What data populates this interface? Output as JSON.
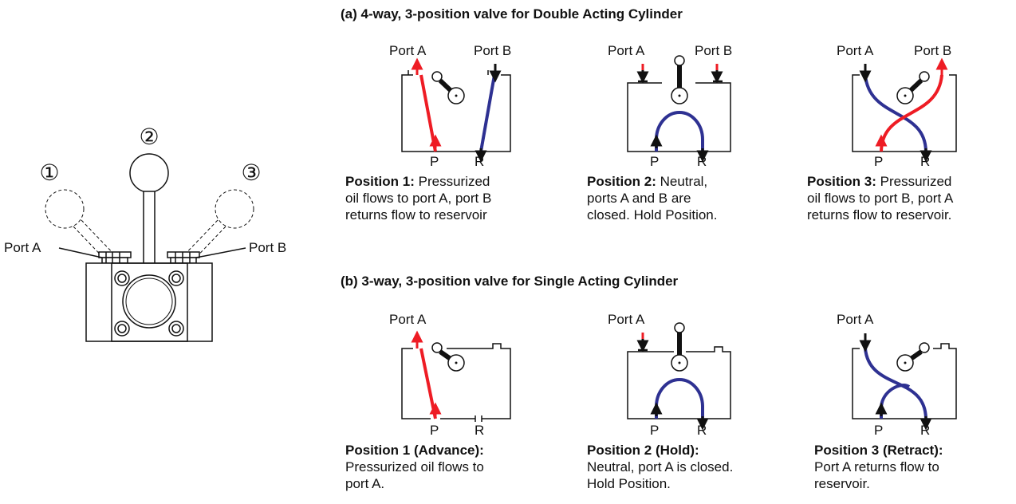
{
  "lever_diagram": {
    "position_marks": [
      "①",
      "②",
      "③"
    ],
    "port_a_label": "Port A",
    "port_b_label": "Port B"
  },
  "section_a": {
    "title": "(a) 4-way, 3-position valve for Double Acting Cylinder",
    "port_labels": {
      "a": "Port A",
      "b": "Port B",
      "p": "P",
      "r": "R"
    },
    "positions": [
      {
        "bold": "Position 1:",
        "line1": " Pressurized",
        "line2": "oil flows to port A, port B",
        "line3": "returns flow to reservoir"
      },
      {
        "bold": "Position 2:",
        "line1": " Neutral,",
        "line2": "ports A and B are",
        "line3": "closed. Hold Position."
      },
      {
        "bold": "Position 3:",
        "line1": " Pressurized",
        "line2": "oil flows to port B, port A",
        "line3": "returns flow to reservoir."
      }
    ]
  },
  "section_b": {
    "title": "(b) 3-way, 3-position valve for Single Acting Cylinder",
    "port_labels": {
      "a": "Port A",
      "p": "P",
      "r": "R"
    },
    "positions": [
      {
        "bold": "Position 1 (Advance):",
        "line2": "Pressurized oil flows to",
        "line3": "port A."
      },
      {
        "bold": "Position 2 (Hold):",
        "line2": "Neutral, port A is closed.",
        "line3": "Hold Position."
      },
      {
        "bold": "Position 3 (Retract):",
        "line2": "Port A returns flow to",
        "line3": "reservoir."
      }
    ]
  },
  "colors": {
    "pressure": "#ee1c24",
    "return": "#2e3192",
    "line": "#111111"
  }
}
